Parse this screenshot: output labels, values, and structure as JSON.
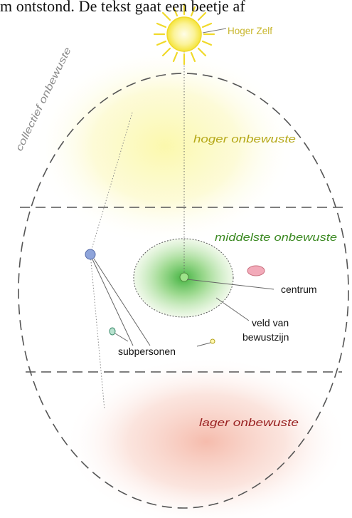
{
  "header": {
    "text": "m ontstond. De tekst gaat een beetje af"
  },
  "labels": {
    "higher_self": "Hoger Zelf",
    "collective_unconscious": "collectief onbewuste",
    "higher_unconscious": "hoger onbewuste",
    "middle_unconscious": "middelste onbewuste",
    "center": "centrum",
    "field_line1": "veld van",
    "field_line2": "bewustzijn",
    "subpersonalities": "subpersonen",
    "lower_unconscious": "lager onbewuste"
  },
  "colors": {
    "higher_self_label": "#c9b72e",
    "higher_unconscious_label": "#b5a818",
    "middle_unconscious_label": "#3c8a23",
    "lower_unconscious_label": "#9a2323",
    "collective_label": "#8a8a8a",
    "sun": "#f6e83a",
    "field_green": "#5ec25a",
    "lower_glow": "#f3b1a4",
    "outline": "#555555"
  }
}
